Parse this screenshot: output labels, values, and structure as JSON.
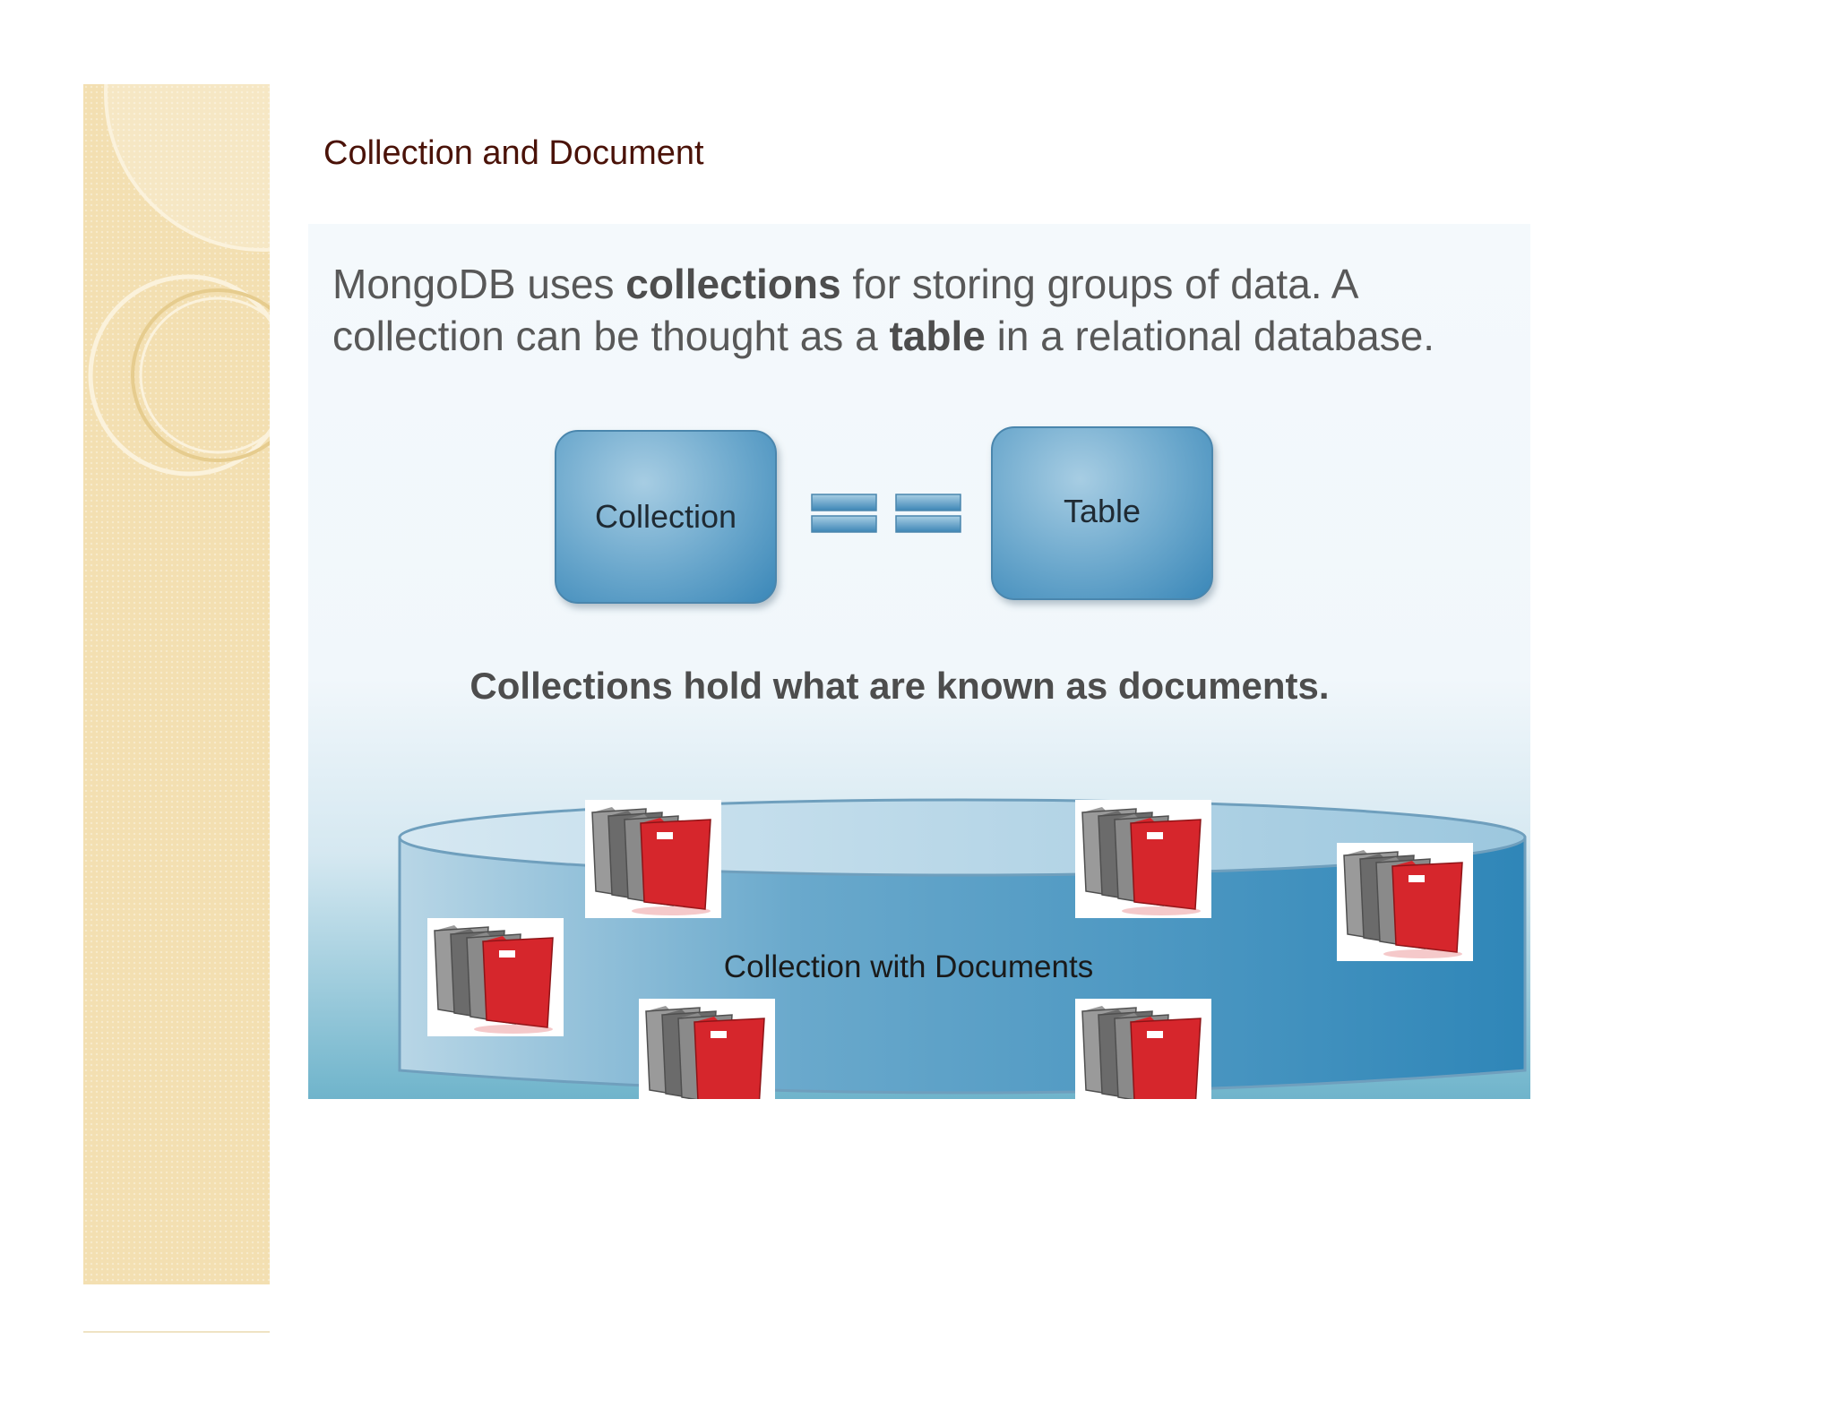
{
  "slide": {
    "title": "Collection and Document"
  },
  "figure": {
    "intro": {
      "part1": "MongoDB uses ",
      "bold1": "collections",
      "part2": " for storing groups of data. A collection can be thought as a ",
      "bold2": "table",
      "part3": " in a relational database."
    },
    "left_box_label": "Collection",
    "right_box_label": "Table",
    "subheading": "Collections hold what are known as documents.",
    "cylinder_label": "Collection with Documents",
    "document_icons": [
      {
        "name": "folder-stack-icon"
      },
      {
        "name": "folder-stack-icon"
      },
      {
        "name": "folder-stack-icon"
      },
      {
        "name": "folder-stack-icon"
      },
      {
        "name": "folder-stack-icon"
      },
      {
        "name": "folder-stack-icon"
      }
    ]
  },
  "colors": {
    "title": "#4a1208",
    "strip": "#f3dfb1",
    "box_fill": "#6aa7cc",
    "folder_red": "#d6262c",
    "folder_gray": "#6b6b6b"
  }
}
